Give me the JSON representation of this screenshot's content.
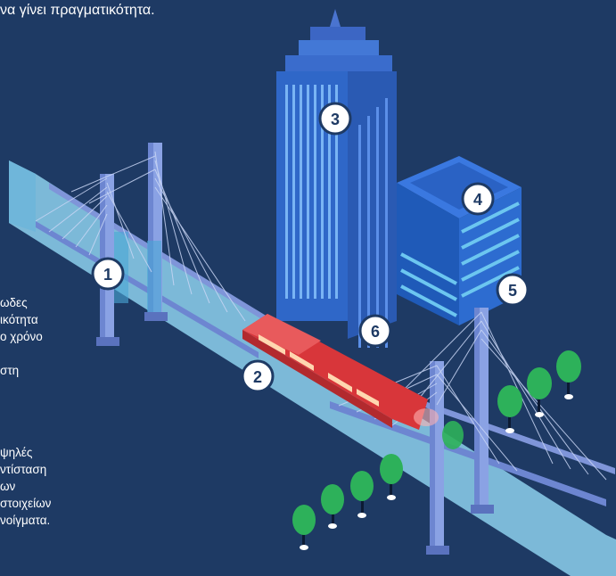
{
  "headline": "να γίνει πραγματικότητα.",
  "side_text_1": [
    "ωδες",
    "ικότητα",
    "ο χρόνο",
    "",
    "στη"
  ],
  "side_text_2": [
    "ψηλές",
    "ντίσταση",
    "ων",
    "στοιχείων",
    "νοίγματα."
  ],
  "markers": [
    "1",
    "2",
    "3",
    "4",
    "5",
    "6"
  ],
  "colors": {
    "background": "#1e3a64",
    "water": "#86c8e4",
    "bridge": "#6d86d1",
    "tower": "#2f67c8",
    "train": "#d8363a",
    "tree": "#2db15a",
    "marker": "#ffffff"
  }
}
